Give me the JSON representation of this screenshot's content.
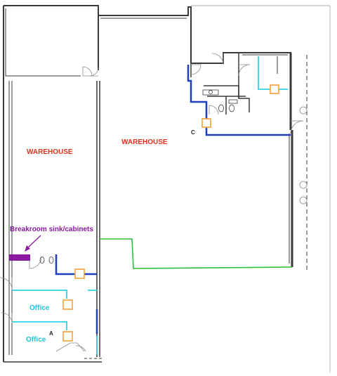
{
  "colors": {
    "wall": "#3a3a3a",
    "thin_wall": "#8a8a8a",
    "blue_wall": "#1f3fbf",
    "cyan_wall": "#2fd4e6",
    "green_line": "#2fbf3a",
    "junction_box": "#f4a03a",
    "warehouse_label": "#e8321e",
    "breakroom": "#8a1aa0",
    "office_label": "#1ec4dc",
    "marker_label": "#222222"
  },
  "rooms": {
    "warehouse_left": "WAREHOUSE",
    "warehouse_right": "WAREHOUSE"
  },
  "breakroom": {
    "label": "Breakroom sink/cabinets"
  },
  "offices": {
    "upper": "Office",
    "lower": "Office"
  },
  "markers": {
    "a": "A",
    "c": "C"
  },
  "icons": [
    "door-swing-icon",
    "toilet-icon",
    "sink-icon",
    "junction-box-icon",
    "column-icon",
    "arrow-icon"
  ]
}
